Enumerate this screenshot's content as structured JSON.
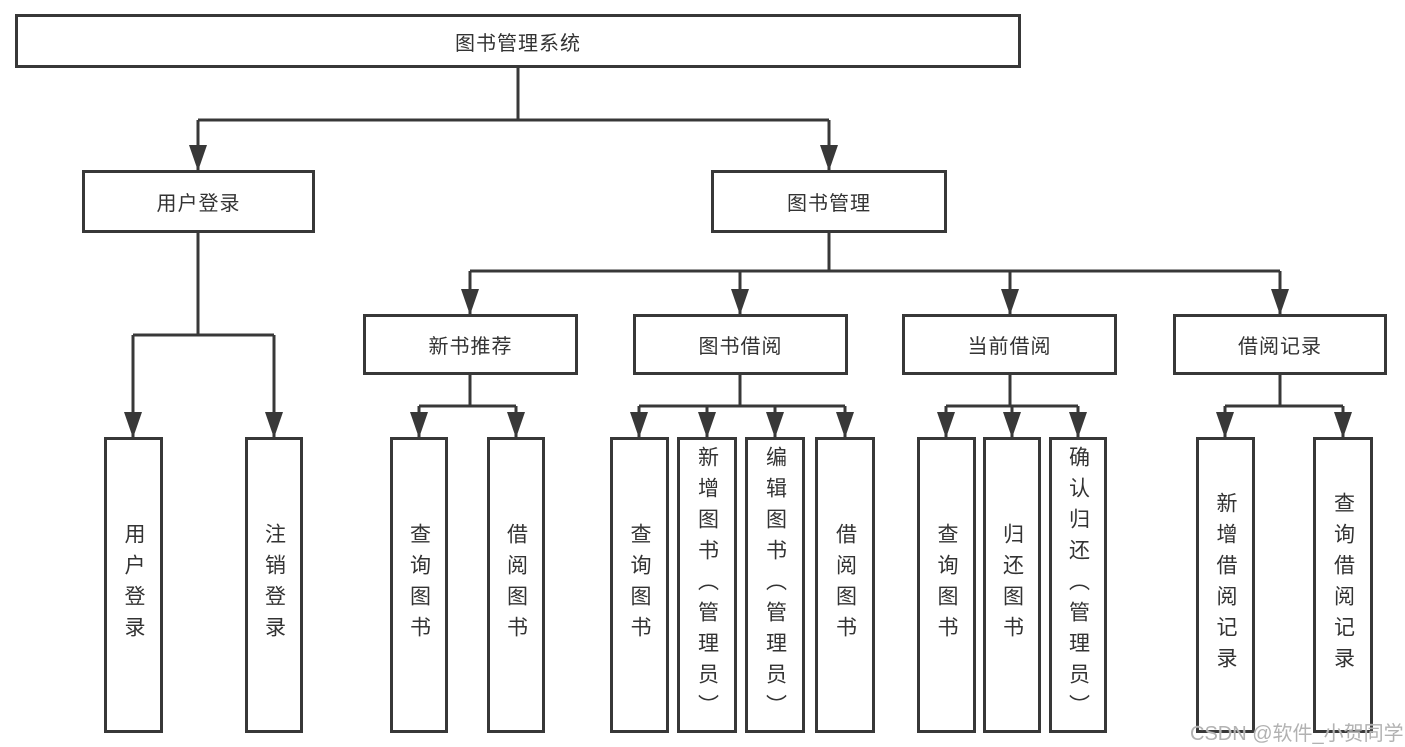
{
  "tree": {
    "label": "图书管理系统",
    "children": [
      {
        "label": "用户登录",
        "children": [
          {
            "label": "用户登录"
          },
          {
            "label": "注销登录"
          }
        ]
      },
      {
        "label": "图书管理",
        "children": [
          {
            "label": "新书推荐",
            "children": [
              {
                "label": "查询图书"
              },
              {
                "label": "借阅图书"
              }
            ]
          },
          {
            "label": "图书借阅",
            "children": [
              {
                "label": "查询图书"
              },
              {
                "label": "新增图书（管理员）"
              },
              {
                "label": "编辑图书（管理员）"
              },
              {
                "label": "借阅图书"
              }
            ]
          },
          {
            "label": "当前借阅",
            "children": [
              {
                "label": "查询图书"
              },
              {
                "label": "归还图书"
              },
              {
                "label": "确认归还（管理员）"
              }
            ]
          },
          {
            "label": "借阅记录",
            "children": [
              {
                "label": "新增借阅记录"
              },
              {
                "label": "查询借阅记录"
              }
            ]
          }
        ]
      }
    ]
  },
  "watermark": "CSDN @软件_小贺同学",
  "colors": {
    "line": "#383838",
    "box_border": "#383838",
    "text": "#333333",
    "watermark_text": "#b2b2b2",
    "background": "#ffffff"
  }
}
